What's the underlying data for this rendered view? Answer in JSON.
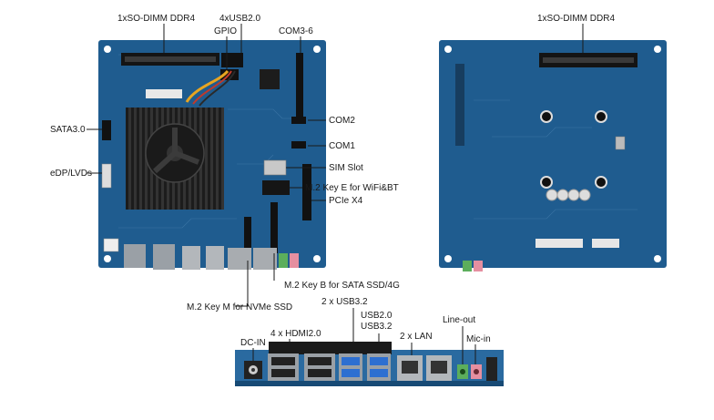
{
  "labels": {
    "front_sodimm": "1xSO-DIMM DDR4",
    "usb20": "4xUSB2.0",
    "gpio": "GPIO",
    "com36": "COM3-6",
    "sata": "SATA3.0",
    "com2": "COM2",
    "com1": "COM1",
    "edp": "eDP/LVDs",
    "sim": "SIM Slot",
    "m2e": "M.2 Key E for WiFi&BT",
    "pcie": "PCIe X4",
    "m2b": "M.2 Key B for SATA SSD/4G",
    "m2m": "M.2 Key M for NVMe SSD",
    "back_sodimm": "1xSO-DIMM DDR4",
    "usb32x2": "2 x USB3.2",
    "usb20_io": "USB2.0",
    "usb32_io": "USB3.2",
    "lineout": "Line-out",
    "hdmi": "4 x HDMI2.0",
    "lan": "2 x LAN",
    "micin": "Mic-in",
    "dcin": "DC-IN"
  },
  "colors": {
    "pcb": "#1f5c8f",
    "pcb_dark": "#174a75",
    "heatsink": "#2a2a2a",
    "usb3_blue": "#2d6fd1",
    "line_out_green": "#5cae5c",
    "mic_pink": "#e58fa0",
    "leader": "#1a1a1a"
  }
}
